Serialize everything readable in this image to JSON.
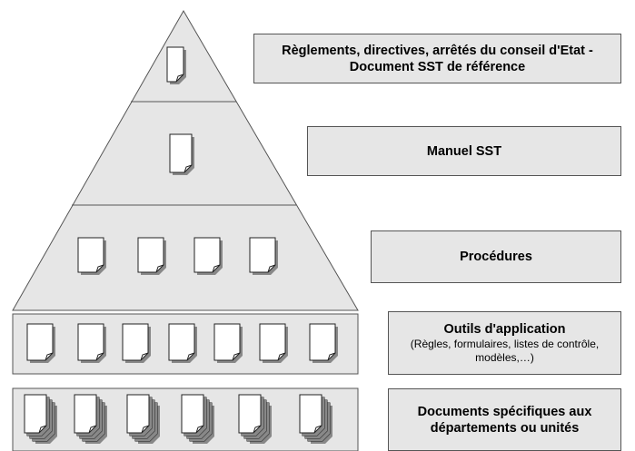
{
  "levels": [
    {
      "title": "Règlements, directives, arrêtés du conseil d'Etat - Document SST de référence",
      "subtitle": "",
      "doc_count": 1,
      "doc_style": "single"
    },
    {
      "title": "Manuel SST",
      "subtitle": "",
      "doc_count": 1,
      "doc_style": "single"
    },
    {
      "title": "Procédures",
      "subtitle": "",
      "doc_count": 4,
      "doc_style": "single"
    },
    {
      "title": "Outils d'application",
      "subtitle": "(Règles, formulaires, listes de contrôle, modèles,…)",
      "doc_count": 7,
      "doc_style": "single"
    },
    {
      "title": "Documents spécifiques aux départements ou unités",
      "subtitle": "",
      "doc_count": 6,
      "doc_style": "stack"
    }
  ],
  "colors": {
    "fill": "#e6e6e6",
    "stroke": "#555555",
    "page": "#ffffff"
  }
}
